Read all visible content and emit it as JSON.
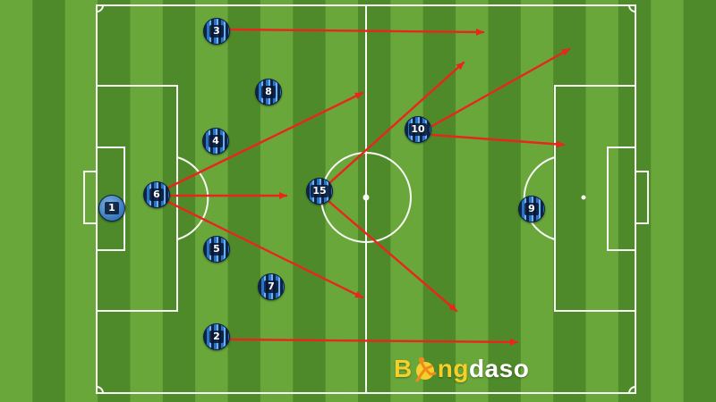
{
  "colors": {
    "grass_light": "#6aa73a",
    "grass_dark": "#4f8a2a",
    "lines": "#ffffff",
    "arrows": "#e8261c",
    "team_stripe_dark": "#0e2547",
    "team_stripe_light": "#2a74c7",
    "goalkeeper": "#3f7fc0",
    "logo_yellow": "#f6cf2a",
    "logo_orange": "#f08a1c"
  },
  "players": [
    {
      "number": "1",
      "role": "goalkeeper"
    },
    {
      "number": "6"
    },
    {
      "number": "3"
    },
    {
      "number": "8"
    },
    {
      "number": "4"
    },
    {
      "number": "5"
    },
    {
      "number": "7"
    },
    {
      "number": "2"
    },
    {
      "number": "15"
    },
    {
      "number": "10"
    },
    {
      "number": "9"
    }
  ],
  "passes": [
    {
      "from": "3",
      "to": "space"
    },
    {
      "from": "6",
      "to": "space"
    },
    {
      "from": "6",
      "to": "15"
    },
    {
      "from": "6",
      "to": "space"
    },
    {
      "from": "15",
      "to": "space"
    },
    {
      "from": "15",
      "to": "space"
    },
    {
      "from": "10",
      "to": "space"
    },
    {
      "from": "10",
      "to": "space"
    },
    {
      "from": "2",
      "to": "space"
    }
  ],
  "watermark": {
    "part1": "B",
    "part2": "ng",
    "part3": "daso",
    "emblem_icon": "football-player-icon"
  }
}
